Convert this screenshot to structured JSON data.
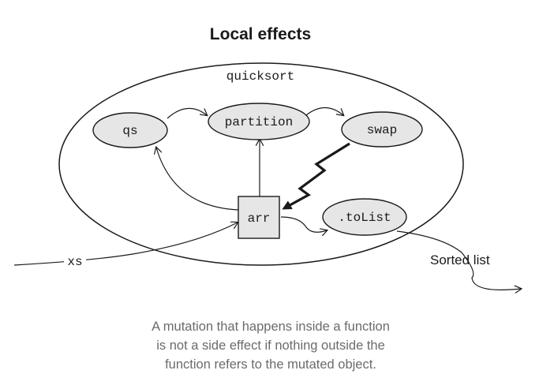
{
  "title": "Local effects",
  "diagram": {
    "scope_label": "quicksort",
    "nodes": {
      "qs": "qs",
      "partition": "partition",
      "swap": "swap",
      "arr": "arr",
      "tolist": ".toList"
    },
    "input_label": "xs",
    "output_label": "Sorted list"
  },
  "caption": {
    "line1": "A mutation that happens inside a function",
    "line2": "is not a side effect if nothing outside the",
    "line3": "function refers to the mutated object."
  },
  "colors": {
    "node_fill": "#e6e6e6",
    "stroke": "#1a1a1a",
    "caption_text": "#6b6b6b"
  }
}
